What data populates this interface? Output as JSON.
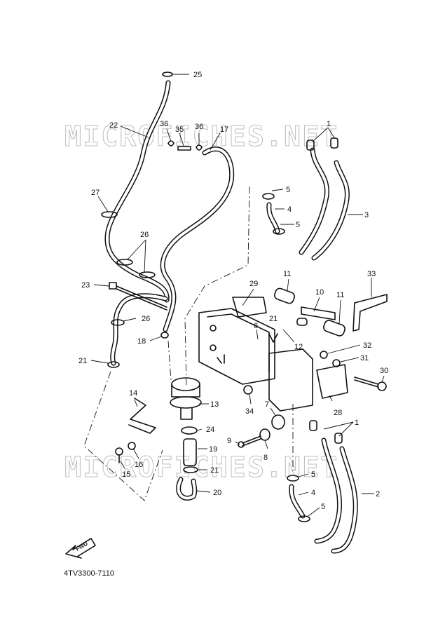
{
  "watermark": "MICROFICHES.NET",
  "diagram_code": "4TV3300-7110",
  "fwd_label": "FWD",
  "callouts": [
    "1",
    "2",
    "3",
    "4",
    "5",
    "6",
    "7",
    "8",
    "9",
    "10",
    "11",
    "12",
    "13",
    "14",
    "15",
    "16",
    "17",
    "18",
    "19",
    "20",
    "21",
    "22",
    "23",
    "24",
    "25",
    "26",
    "27",
    "28",
    "29",
    "30",
    "31",
    "32",
    "33",
    "34",
    "35",
    "36"
  ],
  "part_labels": [
    {
      "id": "25",
      "text": "25"
    },
    {
      "id": "22",
      "text": "22"
    },
    {
      "id": "36a",
      "text": "36"
    },
    {
      "id": "35",
      "text": "35"
    },
    {
      "id": "36b",
      "text": "36"
    },
    {
      "id": "17",
      "text": "17"
    },
    {
      "id": "1a",
      "text": "1"
    },
    {
      "id": "3",
      "text": "3"
    },
    {
      "id": "27",
      "text": "27"
    },
    {
      "id": "5a",
      "text": "5"
    },
    {
      "id": "4a",
      "text": "4"
    },
    {
      "id": "5b",
      "text": "5"
    },
    {
      "id": "26a",
      "text": "26"
    },
    {
      "id": "23",
      "text": "23"
    },
    {
      "id": "29",
      "text": "29"
    },
    {
      "id": "11a",
      "text": "11"
    },
    {
      "id": "10",
      "text": "10"
    },
    {
      "id": "11b",
      "text": "11"
    },
    {
      "id": "33",
      "text": "33"
    },
    {
      "id": "26b",
      "text": "26"
    },
    {
      "id": "21a",
      "text": "21"
    },
    {
      "id": "6",
      "text": "6"
    },
    {
      "id": "18",
      "text": "18"
    },
    {
      "id": "12",
      "text": "12"
    },
    {
      "id": "32",
      "text": "32"
    },
    {
      "id": "21b",
      "text": "21"
    },
    {
      "id": "31",
      "text": "31"
    },
    {
      "id": "30",
      "text": "30"
    },
    {
      "id": "14",
      "text": "14"
    },
    {
      "id": "13",
      "text": "13"
    },
    {
      "id": "34",
      "text": "34"
    },
    {
      "id": "7",
      "text": "7"
    },
    {
      "id": "28",
      "text": "28"
    },
    {
      "id": "24",
      "text": "24"
    },
    {
      "id": "1b",
      "text": "1"
    },
    {
      "id": "9",
      "text": "9"
    },
    {
      "id": "19",
      "text": "19"
    },
    {
      "id": "8",
      "text": "8"
    },
    {
      "id": "16",
      "text": "16"
    },
    {
      "id": "15",
      "text": "15"
    },
    {
      "id": "21c",
      "text": "21"
    },
    {
      "id": "5c",
      "text": "5"
    },
    {
      "id": "2",
      "text": "2"
    },
    {
      "id": "20",
      "text": "20"
    },
    {
      "id": "4b",
      "text": "4"
    },
    {
      "id": "5d",
      "text": "5"
    }
  ]
}
